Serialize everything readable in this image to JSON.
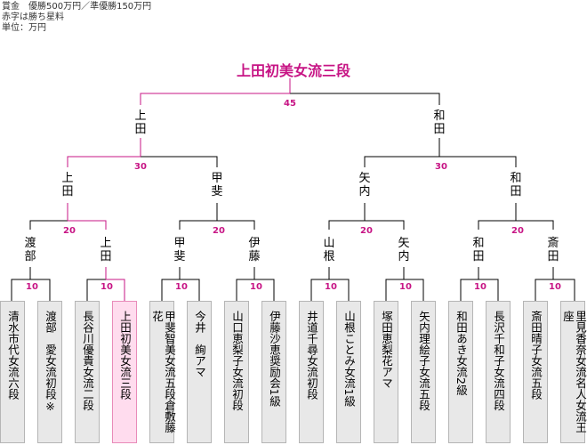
{
  "notes": {
    "line1": "賞金　優勝500万円／準優勝150万円",
    "line2": "赤字は勝ち星料",
    "line3": "単位：万円"
  },
  "champion": "上田初美女流三段",
  "prizes": {
    "final": "45",
    "semi_left": "30",
    "semi_right": "30",
    "qf1": "20",
    "qf2": "20",
    "qf3": "20",
    "qf4": "20",
    "r1_1": "10",
    "r1_2": "10",
    "r1_3": "10",
    "r1_4": "10",
    "r1_5": "10",
    "r1_6": "10",
    "r1_7": "10",
    "r1_8": "10"
  },
  "finalists": {
    "left": "上田",
    "right": "和田"
  },
  "semifinalists": {
    "s1": "上田",
    "s2": "甲斐",
    "s3": "矢内",
    "s4": "和田"
  },
  "quarterfinalists": {
    "q1": "渡部",
    "q2": "上田",
    "q3": "甲斐",
    "q4": "伊藤",
    "q5": "山根",
    "q6": "矢内",
    "q7": "和田",
    "q8": "斎田"
  },
  "players": [
    "清水市代女流六段",
    "渡部　愛女流初段※",
    "長谷川優貴女流二段",
    "上田初美女流三段",
    "甲斐智美女流五段倉敷藤花",
    "今井　絢アマ",
    "山口恵梨子女流初段",
    "伊藤沙恵奨励会1級",
    "井道千尋女流初段",
    "山根ことみ女流1級",
    "塚田恵梨花アマ",
    "矢内理絵子女流五段",
    "和田あき女流2級",
    "長沢千和子女流四段",
    "斎田晴子女流五段",
    "里見香奈女流名人女流王座"
  ],
  "colors": {
    "win_line": "#c71585",
    "prize_text": "#c71585",
    "winner_box": "#ffdcee"
  }
}
